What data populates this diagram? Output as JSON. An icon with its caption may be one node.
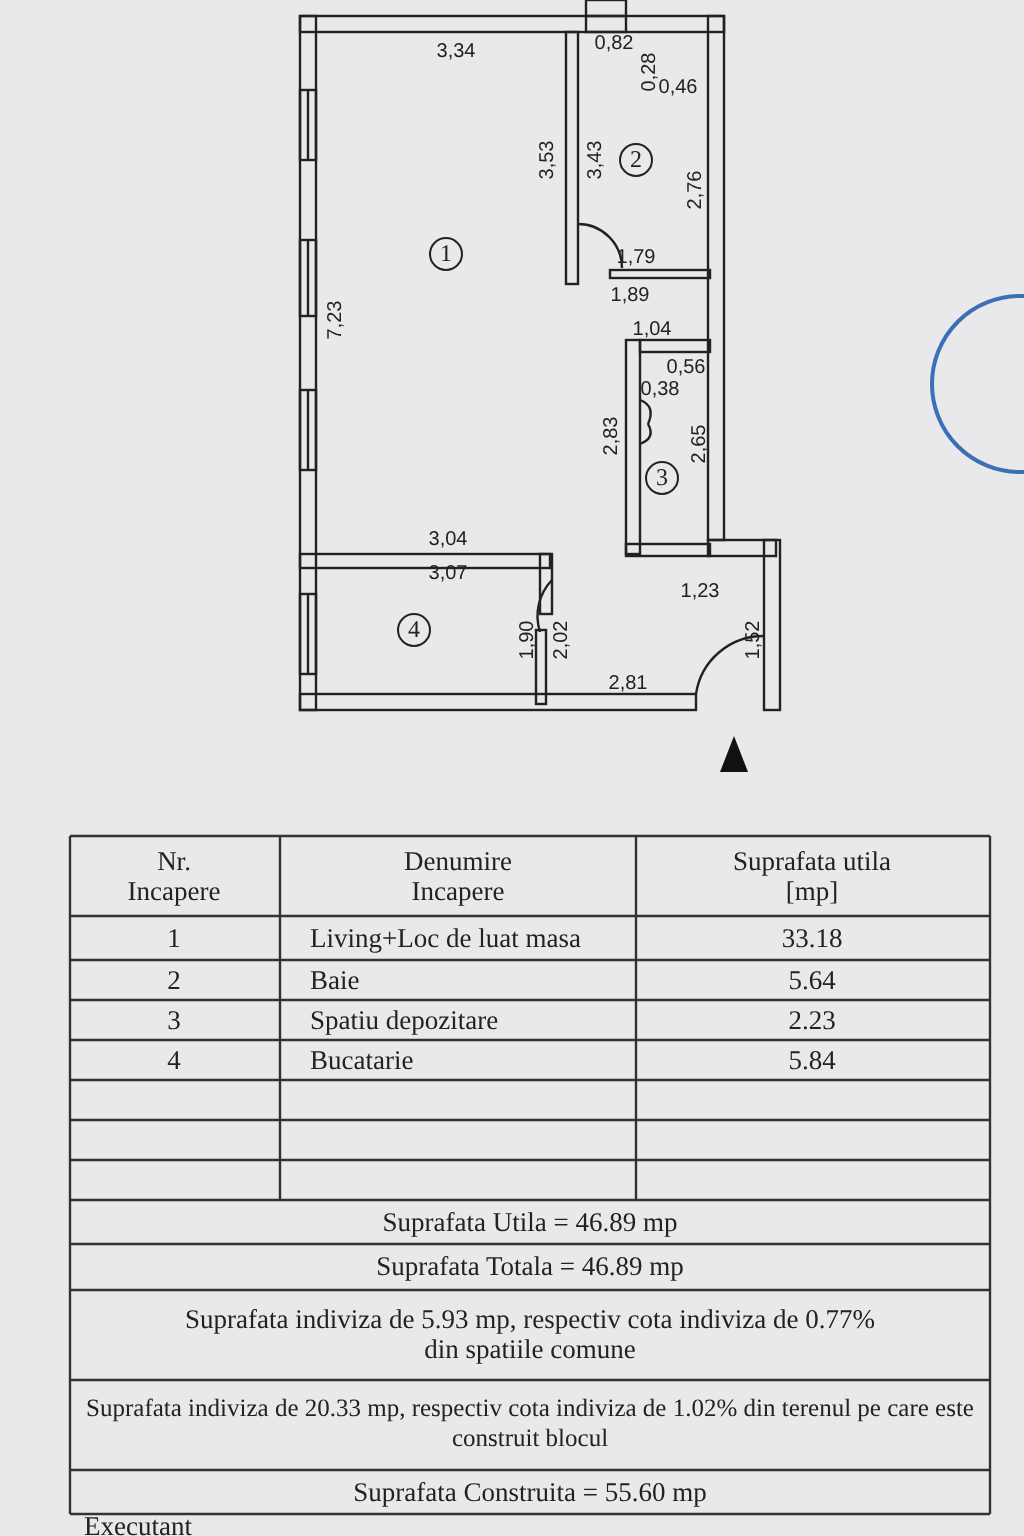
{
  "diagram": {
    "nodes": [
      {
        "text": [
          "1"
        ]
      },
      {
        "text": [
          "2"
        ]
      },
      {
        "text": [
          "3"
        ]
      },
      {
        "text": [
          "4"
        ]
      }
    ],
    "labels": [
      "3,34",
      "0,82",
      "0,28",
      "0,46",
      "3,53",
      "3,43",
      "2,76",
      "7,23",
      "1,79",
      "1,89",
      "1,04",
      "0,56",
      "0,38",
      "2,83",
      "2,65",
      "3,04",
      "3,07",
      "1,23",
      "1,90",
      "2,02",
      "1,52",
      "2,81",
      "Nr. Incapere",
      "Denumire Incapere",
      "Suprafata utila [mp]",
      "1",
      "Living+Loc de luat masa",
      "33.18",
      "2",
      "Baie",
      "5.64",
      "3",
      "Spatiu depozitare",
      "2.23",
      "4",
      "Bucatarie",
      "5.84",
      "Suprafata Utila = 46.89 mp",
      "Suprafata Totala = 46.89 mp",
      "Suprafata indiviza de 5.93 mp, respectiv cota indiviza de 0.77% din spatiile comune",
      "Suprafata indiviza de 20.33 mp, respectiv cota indiviza de 1.02% din terenul pe care este construit blocul",
      "Suprafata Construita = 55.60 mp",
      "Executant"
    ]
  }
}
